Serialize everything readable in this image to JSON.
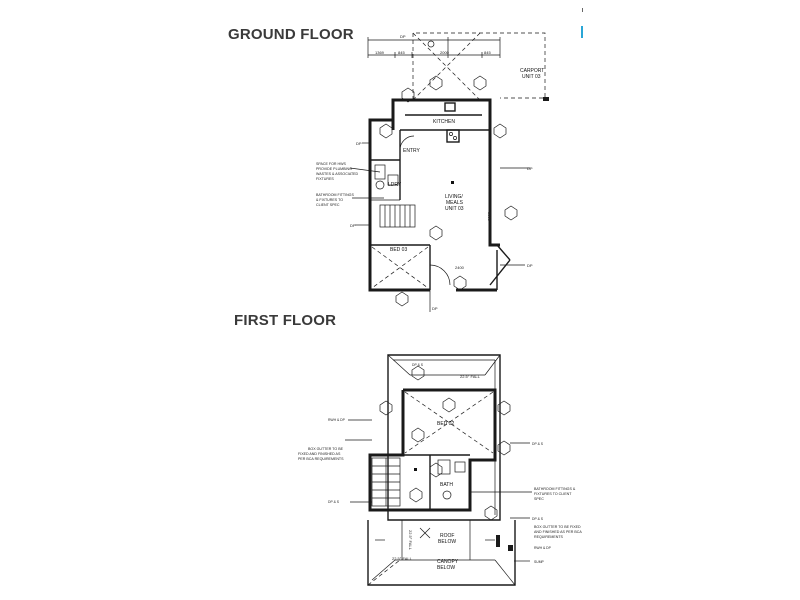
{
  "headings": {
    "ground_floor": "GROUND FLOOR",
    "first_floor": "FIRST FLOOR"
  },
  "ground_floor": {
    "carport_line1": "CARPORT",
    "carport_line2": "UNIT 03",
    "kitchen": "KITCHEN",
    "entry": "ENTRY",
    "laundry": "LDRY",
    "living_line1": "LIVING/",
    "living_line2": "MEALS",
    "living_line3": "UNIT 03",
    "bed": "BED 03",
    "dim_top_a": "1369",
    "dim_top_b": "845",
    "dim_top_c": "2000",
    "dim_top_d": "845",
    "dim_door": "2400",
    "dim_right": "5800",
    "tag_dp": "DP",
    "note_space_line1": "SPACE FOR HWS",
    "note_space_line2": "PROVIDE PLUMBING",
    "note_space_line3": "WASTES & ASSOCIATED",
    "note_space_line4": "FIXTURES",
    "note_bath_line1": "BATHROOM FITTINGS",
    "note_bath_line2": "& FIXTURES TO",
    "note_bath_line3": "CLIENT SPEC"
  },
  "first_floor": {
    "bed": "BED 02",
    "bath": "BATH",
    "roof_line1": "ROOF",
    "roof_line2": "BELOW",
    "canopy_line1": "CANOPY",
    "canopy_line2": "BELOW",
    "fall_top": "22.5° FALL",
    "fall_left": "22.5° FALL",
    "fall_bottom": "22.5° FALL",
    "tag_rwh_dp": "RWH & DP",
    "tag_dp_s": "DP & S",
    "tag_rwh_dp2": "RWH & DP",
    "tag_sump": "SUMP",
    "note_gutter_l_line1": "BOX GUTTER TO BE",
    "note_gutter_l_line2": "FIXED AND FINISHED AS",
    "note_gutter_l_line3": "PER BCA REQUIREMENTS",
    "note_bath_line1": "BATHROOM FITTINGS &",
    "note_bath_line2": "FIXTURES TO CLIENT",
    "note_bath_line3": "SPEC",
    "note_gutter_r_line1": "BOX GUTTER TO BE FIXED",
    "note_gutter_r_line2": "AND FINISHED AS PER BCA",
    "note_gutter_r_line3": "REQUIREMENTS"
  }
}
